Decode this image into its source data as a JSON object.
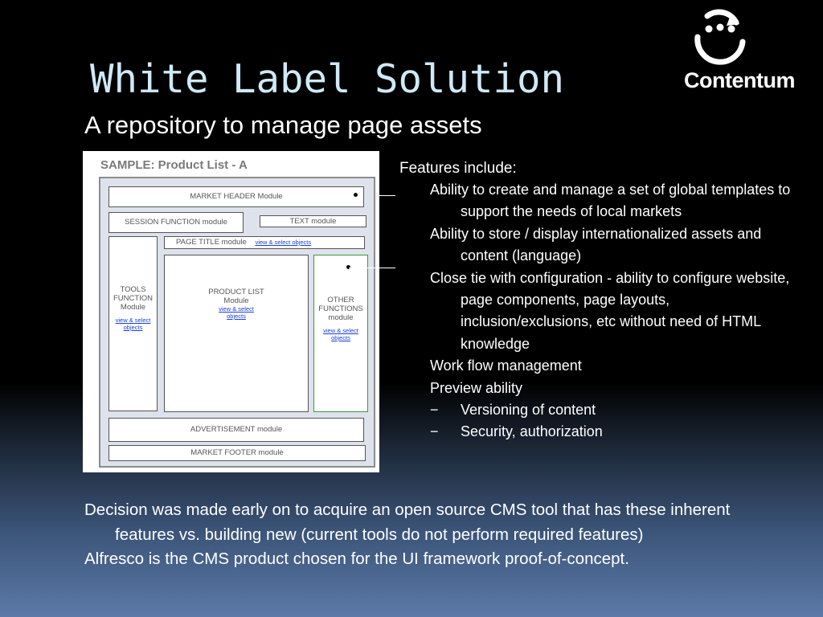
{
  "slide": {
    "title": "White Label Solution",
    "subtitle": "A repository to manage page assets",
    "logo_text": "Contentum"
  },
  "diagram": {
    "title": "SAMPLE: Product List - A",
    "market_header": "MARKET HEADER Module",
    "session_function": "SESSION FUNCTION module",
    "text_module": "TEXT module",
    "page_title": "PAGE TITLE module",
    "view_select": "view & select objects",
    "tools_function": [
      "TOOLS",
      "FUNCTION",
      "Module"
    ],
    "product_list": [
      "PRODUCT LIST",
      "Module"
    ],
    "other_functions": [
      "OTHER",
      "FUNCTIONS",
      "module"
    ],
    "view_select_split": [
      "view & select",
      "objects"
    ],
    "advertisement": "ADVERTISEMENT module",
    "market_footer": "MARKET FOOTER module"
  },
  "features": {
    "heading": "Features include:",
    "items": [
      "Ability to create and manage a set of global templates to support the needs of local markets",
      "Ability to store / display internationalized assets and content  (language)",
      "Close tie with configuration - ability to configure website, page components, page layouts, inclusion/exclusions, etc without need of HTML knowledge",
      "Work flow management",
      "Preview ability"
    ],
    "sub_items": [
      "Versioning of content",
      "Security, authorization"
    ],
    "dash": "−"
  },
  "bottom": {
    "paragraphs": [
      "Decision was made early on to acquire an open source CMS tool that has these inherent features vs. building new (current tools do not perform required features)",
      "Alfresco is the CMS product chosen for the UI framework proof-of-concept."
    ]
  }
}
